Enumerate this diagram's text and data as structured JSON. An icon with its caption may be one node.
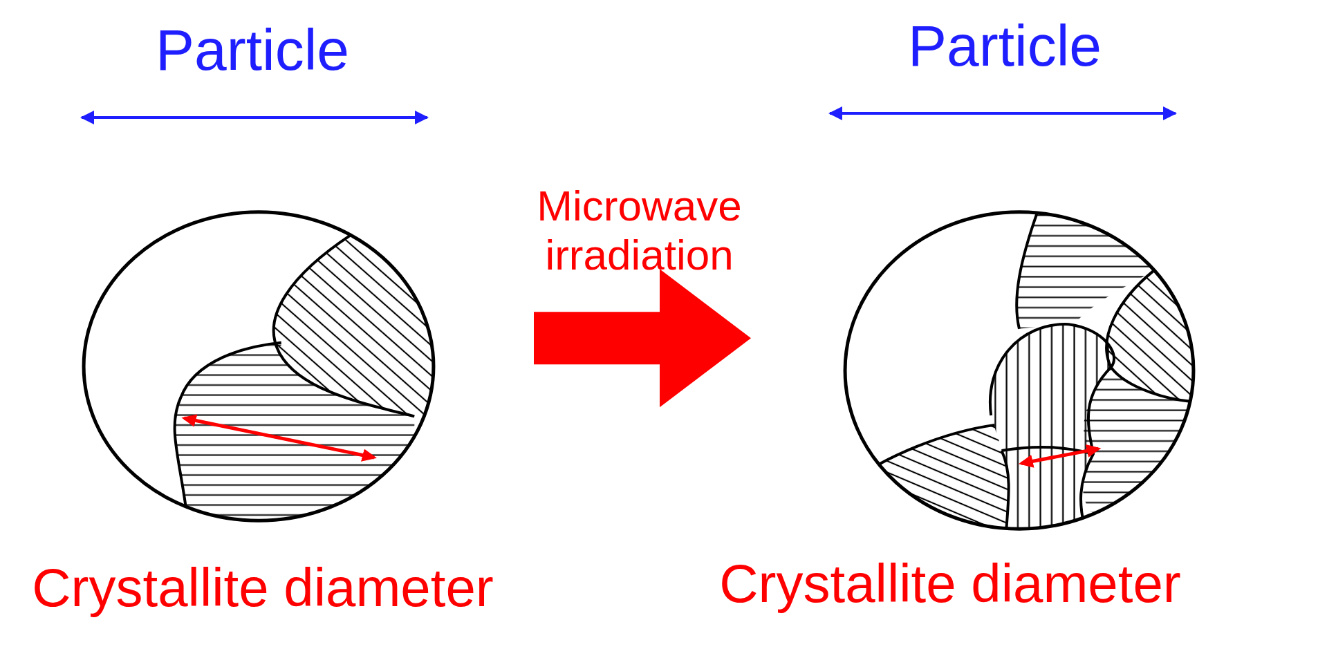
{
  "diagram": {
    "nodes": [
      {
        "text": [],
        "shape": "picture",
        "beside": [
          "Crystallite diameter"
        ]
      },
      {
        "text": [],
        "shape": "picture",
        "beside": [
          "Crystallite diameter"
        ]
      }
    ],
    "edges": [
      {
        "from": 0,
        "to": 1,
        "arrow": "to",
        "label": "Microwave irradiation",
        "style": "thick",
        "color": "#ff0000"
      }
    ],
    "labels": [
      "Particle",
      "Particle"
    ]
  }
}
